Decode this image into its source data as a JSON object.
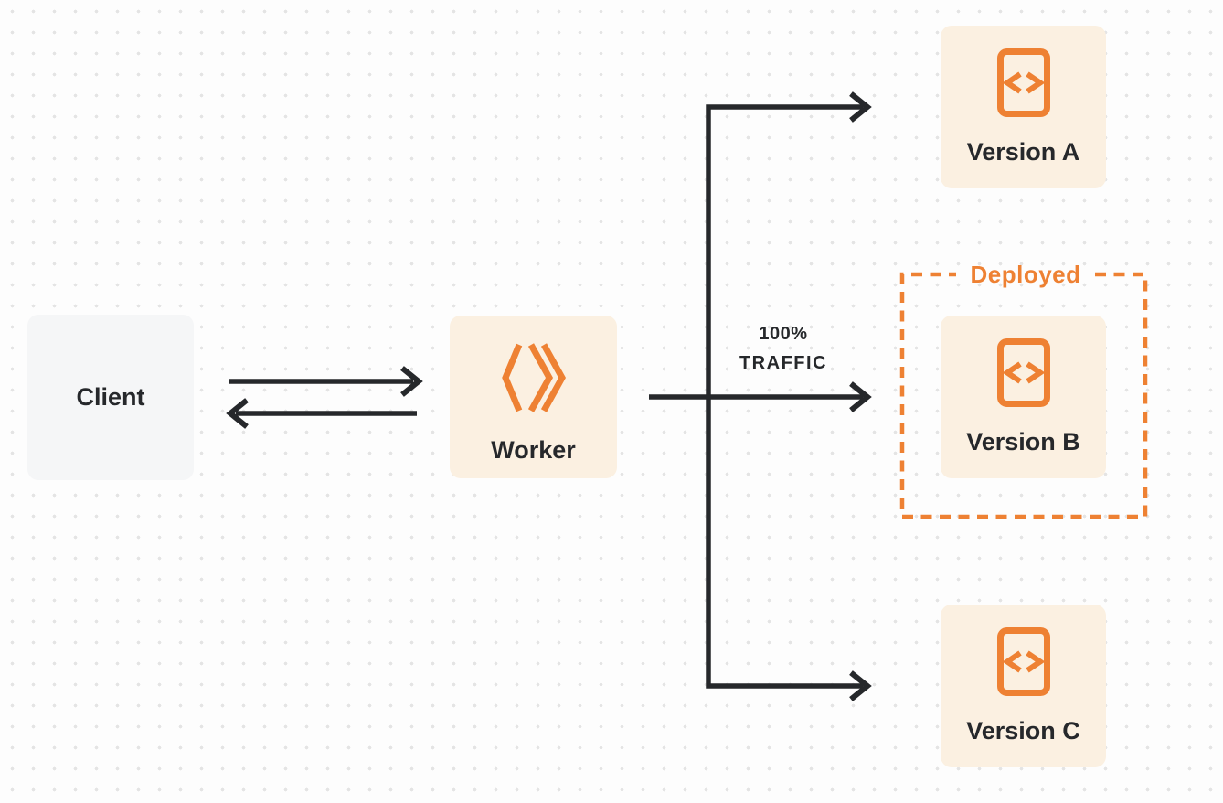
{
  "title": "Worker traffic deployment diagram",
  "colors": {
    "orange": "#EE8133",
    "cream": "#FBF0E1",
    "client-gray": "#F5F6F7",
    "ink": "#26282B",
    "page-bg": "#FDFDFD",
    "dot": "#E4E4E4"
  },
  "nodes": {
    "client": {
      "label": "Client"
    },
    "worker": {
      "label": "Worker",
      "icon": "workers-logo-icon"
    },
    "version_a": {
      "label": "Version A",
      "icon": "code-file-icon"
    },
    "version_b": {
      "label": "Version B",
      "icon": "code-file-icon"
    },
    "version_c": {
      "label": "Version C",
      "icon": "code-file-icon"
    }
  },
  "annotations": {
    "deployed": {
      "label": "Deployed"
    },
    "traffic": {
      "line1": "100%",
      "line2": "TRAFFIC"
    }
  },
  "edges": [
    "client-to-worker",
    "worker-to-client",
    "worker-to-version-a",
    "worker-to-version-b-100-percent-traffic",
    "worker-to-version-c"
  ]
}
